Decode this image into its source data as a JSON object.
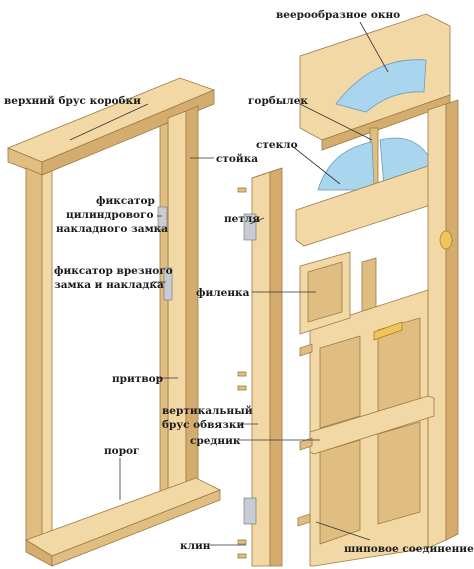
{
  "labels": {
    "fan_window": "веерообразное окно",
    "top_frame": "верхний брус коробки",
    "glazing_bar": "горбылек",
    "jamb": "стойка",
    "glass": "стекло",
    "cylinder_lock_keeper_1": "фиксатор",
    "cylinder_lock_keeper_2": "цилиндрового",
    "cylinder_lock_keeper_3": "накладного замка",
    "hinge": "петля",
    "mortise_lock_keeper_1": "фиксатор врезного",
    "mortise_lock_keeper_2": "замка и накладка",
    "panel": "филенка",
    "rebate": "притвор",
    "stile_1": "вертикальный",
    "stile_2": "брус обвязки",
    "middle_rail": "средник",
    "threshold": "порог",
    "wedges": "клин",
    "tenon_joint": "шиповое соединение"
  },
  "colors": {
    "wood_light": "#f2d8a4",
    "wood_mid": "#e0bd80",
    "wood_shadow": "#d4ad6e",
    "glass": "#a9d5ef",
    "brass": "#f0c45a",
    "metal": "#c8ccd2"
  }
}
